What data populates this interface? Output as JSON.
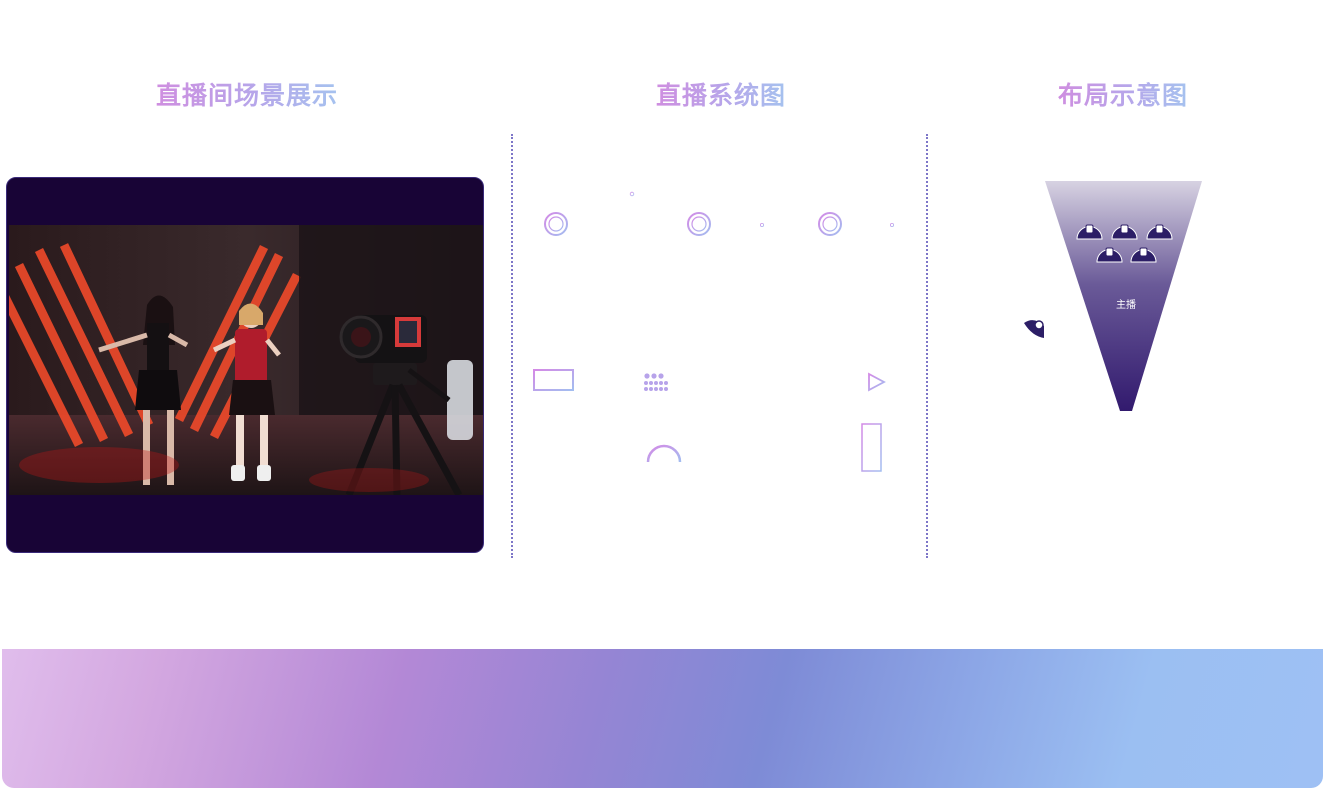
{
  "headings": {
    "scene": "直播间场景展示",
    "system": "直播系统图",
    "layout": "布局示意图"
  },
  "layout_diagram": {
    "anchor_label": "主播"
  },
  "colors": {
    "heading_gradient_start": "#cf8ee0",
    "heading_gradient_end": "#a5c2ef",
    "divider": "#7d76c8",
    "scene_card_bg": "#180436",
    "funnel_top": "#cfc9dc",
    "funnel_bottom": "#3a1f78",
    "banner_start": "#e0bdec",
    "banner_mid": "#7e8bd6",
    "banner_end": "#9ec0f4"
  },
  "icons": {
    "system": [
      "ring-icon",
      "ring-icon",
      "ring-icon",
      "small-dot-icon",
      "rectangle-icon",
      "dot-grid-icon",
      "play-triangle-icon",
      "arc-icon",
      "tall-rectangle-icon"
    ],
    "layout": [
      "camera-icon",
      "light-icon"
    ]
  }
}
